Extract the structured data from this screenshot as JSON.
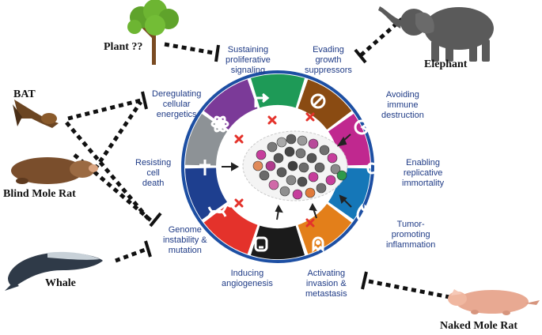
{
  "hallmarks": {
    "sustaining": "Sustaining\nproliferative\nsignaling",
    "evading": "Evading\ngrowth\nsuppressors",
    "avoiding": "Avoiding\nimmune\ndestruction",
    "enabling": "Enabling\nreplicative\nimmortality",
    "tumor": "Tumor-\npromoting\ninflammation",
    "activating": "Activating\ninvasion &\nmetastasis",
    "inducing": "Inducing\nangiogenesis",
    "genome": "Genome\ninstability &\nmutation",
    "resisting": "Resisting\ncell\ndeath",
    "deregulating": "Deregulating\ncellular\nenergetics"
  },
  "animals": {
    "plant": "Plant ??",
    "elephant": "Elephant",
    "bat": "BAT",
    "blind_mole_rat": "Blind Mole Rat",
    "whale": "Whale",
    "naked_mole_rat": "Naked Mole Rat"
  },
  "colors": {
    "green": "#1e9a57",
    "brown": "#8a4b12",
    "magenta": "#c0288f",
    "blue": "#1577b8",
    "orange": "#e37f1a",
    "black": "#1b1b1b",
    "red": "#e4322b",
    "navy": "#1e3f8f",
    "gray": "#8d9296",
    "purple": "#7b3a98",
    "ring_outline": "#1d4fa3",
    "text": "#1f3b86"
  }
}
